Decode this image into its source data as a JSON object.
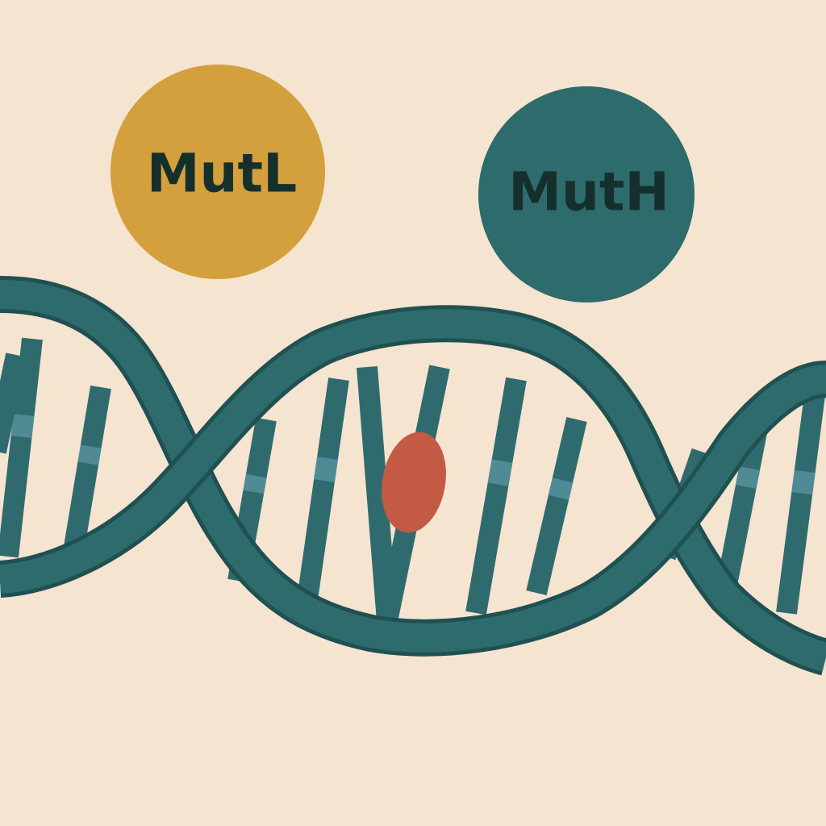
{
  "colors": {
    "background": "#f5e4d0",
    "strand": "#2e6b6c",
    "strand_edge": "#1f5052",
    "rung": "#2f6b6e",
    "rung_highlight": "#4f8a95",
    "mismatch": "#c35a43",
    "label_text": "#15302c"
  },
  "proteins": [
    {
      "id": "mutl",
      "label": "MutL",
      "color": "#d4a03d",
      "icon": "protein-circle"
    },
    {
      "id": "muth",
      "label": "MutH",
      "color": "#2e6b6c",
      "icon": "protein-circle"
    }
  ],
  "dna": {
    "icon": "double-helix",
    "mismatch_icon": "mismatch-oval"
  }
}
